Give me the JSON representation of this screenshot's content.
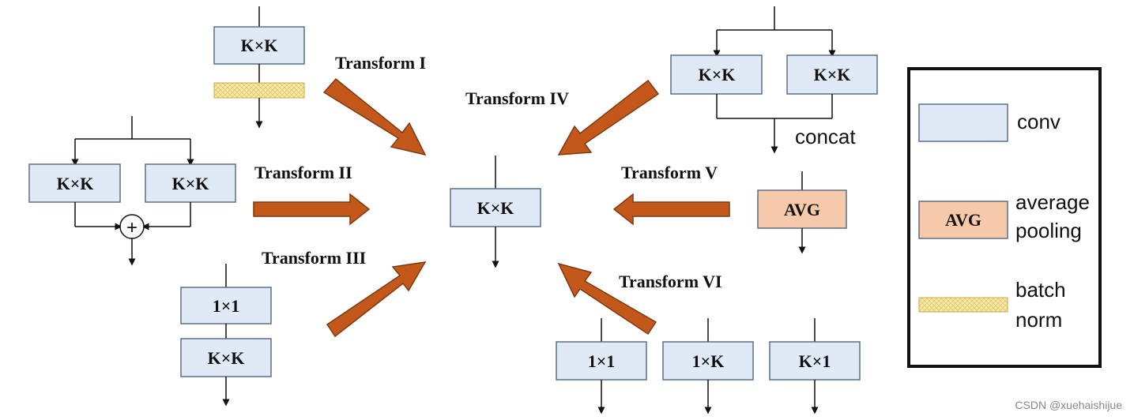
{
  "boxes": {
    "t1_kk": "K×K",
    "t2_left": "K×K",
    "t2_right": "K×K",
    "t3_1x1": "1×1",
    "t3_kk": "K×K",
    "center_kk": "K×K",
    "t4_left": "K×K",
    "t4_right": "K×K",
    "t5_avg": "AVG",
    "t6_1x1": "1×1",
    "t6_1xk": "1×K",
    "t6_kx1": "K×1"
  },
  "labels": {
    "transform_1": "Transform I",
    "transform_2": "Transform II",
    "transform_3": "Transform III",
    "transform_4": "Transform IV",
    "transform_5": "Transform V",
    "transform_6": "Transform VI",
    "concat": "concat",
    "plus": "+"
  },
  "legend": {
    "conv": "conv",
    "avg_box": "AVG",
    "avg_line1": "average",
    "avg_line2": "pooling",
    "bn_line1": "batch",
    "bn_line2": "norm"
  },
  "watermark": "CSDN @xuehaishijue",
  "colors": {
    "conv_fill": "#dfeaf6",
    "avg_fill": "#f6c9aa",
    "bn_fill": "#f5e6a0",
    "arrow_fill": "#c3581a"
  }
}
